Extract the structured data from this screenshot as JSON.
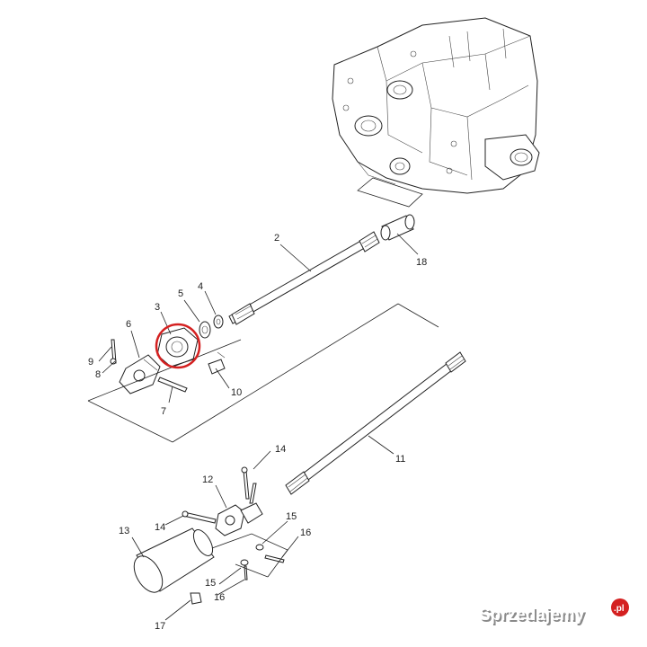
{
  "callouts": {
    "c2": "2",
    "c3": "3",
    "c4": "4",
    "c5": "5",
    "c6": "6",
    "c7": "7",
    "c8": "8",
    "c9": "9",
    "c10": "10",
    "c11": "11",
    "c12": "12",
    "c13": "13",
    "c14a": "14",
    "c14b": "14",
    "c15a": "15",
    "c15b": "15",
    "c16a": "16",
    "c16b": "16",
    "c17": "17",
    "c18": "18"
  },
  "highlight": {
    "color": "#d42020",
    "target_part": "3"
  },
  "watermark": {
    "text": "Sprzedajemy",
    "suffix": ".pl",
    "accent": "#d42020"
  }
}
